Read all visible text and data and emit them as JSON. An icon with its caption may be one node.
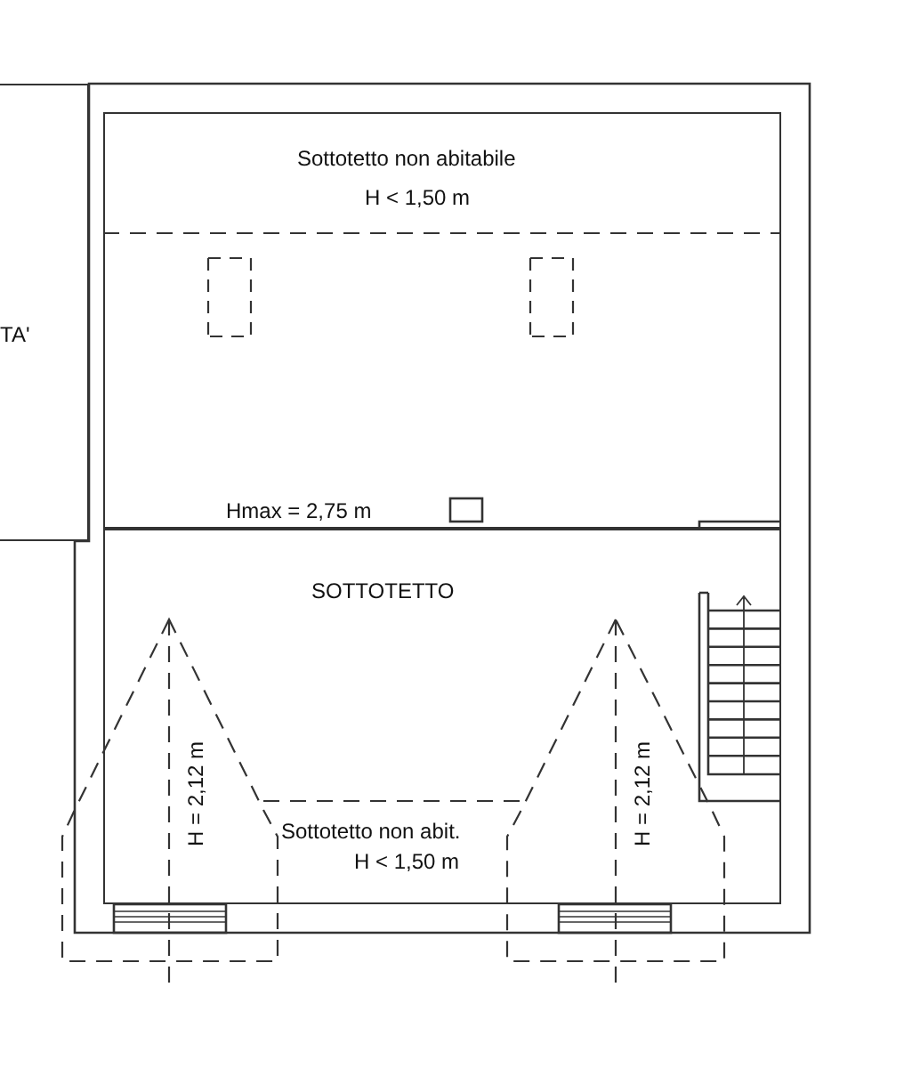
{
  "diagram": {
    "nodes": [
      {
        "text": [
          "TA'"
        ]
      },
      {
        "text": [
          "Sottotetto non abitabile",
          "H < 1,50 m",
          "Hmax = 2,75 m"
        ]
      },
      {
        "text": [
          "SOTTOTETTO",
          "Sottotetto non abit.",
          "H < 1,50 m"
        ]
      }
    ],
    "labels": [
      "H = 2,12 m",
      "H = 2,12 m"
    ]
  }
}
